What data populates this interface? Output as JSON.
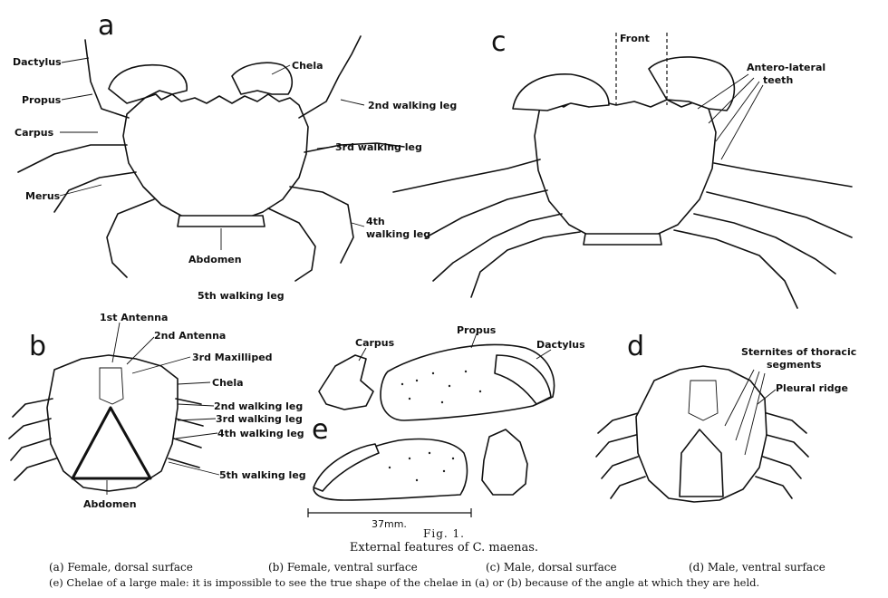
{
  "panels": {
    "a": {
      "letter": "a",
      "labels": {
        "dactylus": "Dactylus",
        "propus": "Propus",
        "carpus": "Carpus",
        "merus": "Merus",
        "chela": "Chela",
        "walking_leg_2": "2nd walking leg",
        "walking_leg_3": "3rd walking leg",
        "walking_leg_4_line1": "4th",
        "walking_leg_4_line2": "walking leg",
        "abdomen": "Abdomen",
        "walking_leg_5": "5th walking leg"
      }
    },
    "b": {
      "letter": "b",
      "labels": {
        "antenna_1": "1st Antenna",
        "antenna_2": "2nd Antenna",
        "maxilliped_3": "3rd Maxilliped",
        "chela": "Chela",
        "walking_leg_2": "2nd walking leg",
        "walking_leg_3": "3rd walking leg",
        "walking_leg_4": "4th walking leg",
        "walking_leg_5": "5th walking leg",
        "abdomen": "Abdomen"
      }
    },
    "c": {
      "letter": "c",
      "labels": {
        "front": "Front",
        "antero_lateral_line1": "Antero-lateral",
        "antero_lateral_line2": "teeth"
      }
    },
    "d": {
      "letter": "d",
      "labels": {
        "sternites_line1": "Sternites of thoracic",
        "sternites_line2": "segments",
        "pleural_ridge": "Pleural ridge"
      }
    },
    "e": {
      "letter": "e",
      "labels": {
        "carpus": "Carpus",
        "propus": "Propus",
        "dactylus": "Dactylus",
        "scale": "37mm."
      }
    }
  },
  "caption": {
    "fig_number": "Fig. 1.",
    "title": "External features of C. maenas.",
    "items": [
      "(a)  Female, dorsal surface",
      "(b)  Female, ventral surface",
      "(c)  Male, dorsal surface",
      "(d)  Male, ventral surface"
    ],
    "note": "(e)  Chelae of a large male: it is impossible to see the true shape of the chelae in (a) or (b) because of the angle at which they are held."
  }
}
